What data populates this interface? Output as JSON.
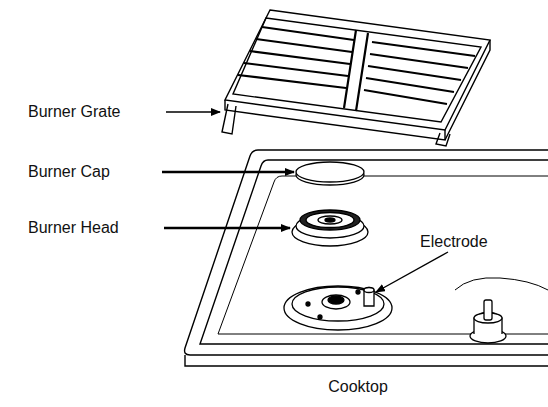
{
  "diagram": {
    "labels": [
      "Burner Grate",
      "Burner Cap",
      "Burner Head",
      "Electrode",
      "Cooktop"
    ]
  }
}
